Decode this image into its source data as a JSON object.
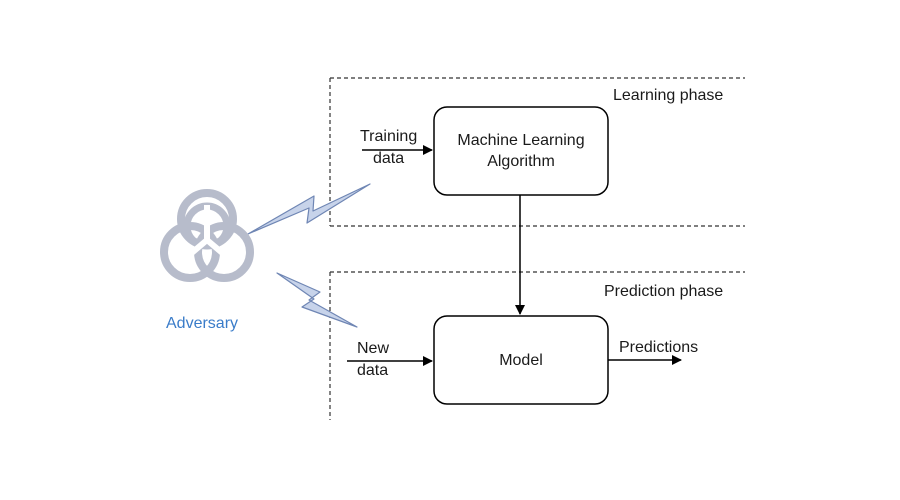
{
  "phases": {
    "learning": "Learning phase",
    "prediction": "Prediction phase"
  },
  "nodes": {
    "algorithm_line1": "Machine Learning",
    "algorithm_line2": "Algorithm",
    "model": "Model"
  },
  "inputs": {
    "training_line1": "Training",
    "training_line2": "data",
    "new_line1": "New",
    "new_line2": "data"
  },
  "outputs": {
    "predictions": "Predictions"
  },
  "actor": {
    "label": "Adversary",
    "icon": "biohazard-icon",
    "color": "#3a7cc9",
    "icon_color": "#b7bccb"
  }
}
